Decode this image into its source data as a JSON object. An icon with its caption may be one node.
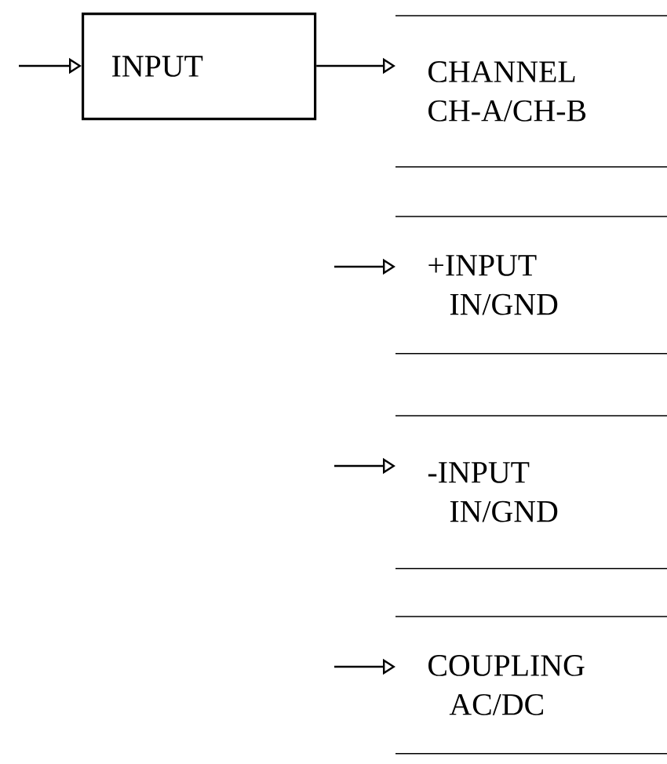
{
  "diagram": {
    "nodes": [
      {
        "text": [
          "INPUT"
        ]
      },
      {
        "text": [
          "CHANNEL",
          "CH-A/CH-B"
        ]
      },
      {
        "text": [
          "+INPUT",
          "IN/GND"
        ]
      },
      {
        "text": [
          "-INPUT",
          "IN/GND"
        ]
      },
      {
        "text": [
          "COUPLING",
          "AC/DC"
        ]
      }
    ],
    "edges": [
      {
        "from": null,
        "to": 0,
        "arrow": "to"
      },
      {
        "from": 0,
        "to": 1,
        "arrow": "to"
      },
      {
        "from": null,
        "to": 2,
        "arrow": "to"
      },
      {
        "from": null,
        "to": 3,
        "arrow": "to"
      },
      {
        "from": null,
        "to": 4,
        "arrow": "to"
      }
    ]
  }
}
